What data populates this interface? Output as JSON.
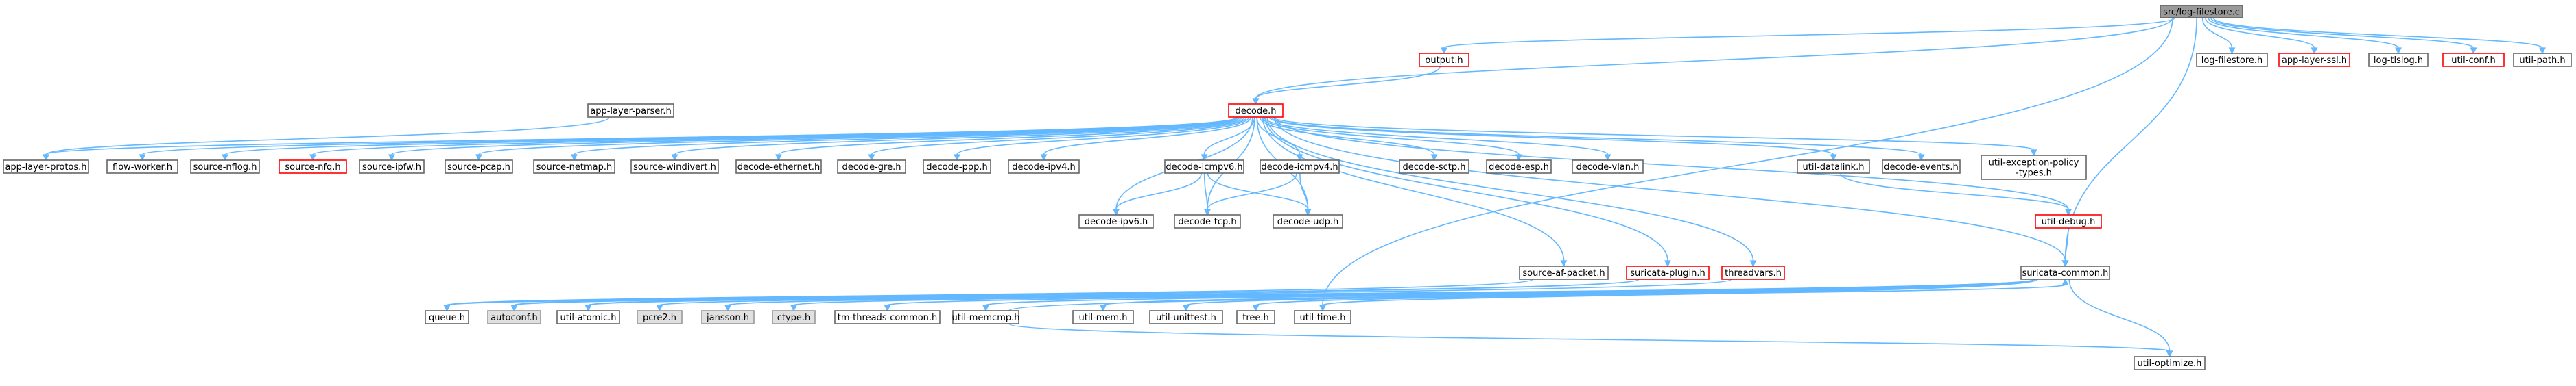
{
  "colors": {
    "edge": "#63B8FF",
    "border_default": "#666666",
    "border_highlight": "#FF0000",
    "fill_default": "#FFFFFF",
    "fill_root": "#999999",
    "fill_system": "#E0E0E0"
  },
  "nodes": [
    {
      "id": "root",
      "label": "src/log-filestore.c",
      "style": "root"
    },
    {
      "id": "output",
      "label": "output.h",
      "style": "highlight"
    },
    {
      "id": "logfilestore",
      "label": "log-filestore.h",
      "style": "default"
    },
    {
      "id": "applayerssl",
      "label": "app-layer-ssl.h",
      "style": "highlight"
    },
    {
      "id": "logtlslog",
      "label": "log-tlslog.h",
      "style": "default"
    },
    {
      "id": "utilconf",
      "label": "util-conf.h",
      "style": "highlight"
    },
    {
      "id": "utilpath",
      "label": "util-path.h",
      "style": "default"
    },
    {
      "id": "applayerparser",
      "label": "app-layer-parser.h",
      "style": "default"
    },
    {
      "id": "decode",
      "label": "decode.h",
      "style": "highlight"
    },
    {
      "id": "applayerprotos",
      "label": "app-layer-protos.h",
      "style": "default"
    },
    {
      "id": "flowworker",
      "label": "flow-worker.h",
      "style": "default"
    },
    {
      "id": "sourcenflog",
      "label": "source-nflog.h",
      "style": "default"
    },
    {
      "id": "sourcenfq",
      "label": "source-nfq.h",
      "style": "highlight"
    },
    {
      "id": "sourceipfw",
      "label": "source-ipfw.h",
      "style": "default"
    },
    {
      "id": "sourcepcap",
      "label": "source-pcap.h",
      "style": "default"
    },
    {
      "id": "sourcenetmap",
      "label": "source-netmap.h",
      "style": "default"
    },
    {
      "id": "sourcewindivert",
      "label": "source-windivert.h",
      "style": "default"
    },
    {
      "id": "decodeethernet",
      "label": "decode-ethernet.h",
      "style": "default"
    },
    {
      "id": "decodegre",
      "label": "decode-gre.h",
      "style": "default"
    },
    {
      "id": "decodeppp",
      "label": "decode-ppp.h",
      "style": "default"
    },
    {
      "id": "decodeipv4",
      "label": "decode-ipv4.h",
      "style": "default"
    },
    {
      "id": "decodeicmpv6",
      "label": "decode-icmpv6.h",
      "style": "default"
    },
    {
      "id": "decodeicmpv4",
      "label": "decode-icmpv4.h",
      "style": "default"
    },
    {
      "id": "decodesctp",
      "label": "decode-sctp.h",
      "style": "default"
    },
    {
      "id": "decodeesp",
      "label": "decode-esp.h",
      "style": "default"
    },
    {
      "id": "decodevlan",
      "label": "decode-vlan.h",
      "style": "default"
    },
    {
      "id": "utildatalink",
      "label": "util-datalink.h",
      "style": "default"
    },
    {
      "id": "decodeevents",
      "label": "decode-events.h",
      "style": "default"
    },
    {
      "id": "utilexceptionpolicy",
      "label": [
        "util-exception-policy",
        "-types.h"
      ],
      "style": "default"
    },
    {
      "id": "decodeipv6",
      "label": "decode-ipv6.h",
      "style": "default"
    },
    {
      "id": "decodetcp",
      "label": "decode-tcp.h",
      "style": "default"
    },
    {
      "id": "decodeudp",
      "label": "decode-udp.h",
      "style": "default"
    },
    {
      "id": "utildebug",
      "label": "util-debug.h",
      "style": "highlight"
    },
    {
      "id": "sourceafpacket",
      "label": "source-af-packet.h",
      "style": "default"
    },
    {
      "id": "suricataplugin",
      "label": "suricata-plugin.h",
      "style": "highlight"
    },
    {
      "id": "threadvars",
      "label": "threadvars.h",
      "style": "highlight"
    },
    {
      "id": "suricatacommon",
      "label": "suricata-common.h",
      "style": "default"
    },
    {
      "id": "queue",
      "label": "queue.h",
      "style": "default"
    },
    {
      "id": "autoconf",
      "label": "autoconf.h",
      "style": "system"
    },
    {
      "id": "utilatomic",
      "label": "util-atomic.h",
      "style": "default"
    },
    {
      "id": "pcre2",
      "label": "pcre2.h",
      "style": "system"
    },
    {
      "id": "jansson",
      "label": "jansson.h",
      "style": "system"
    },
    {
      "id": "ctype",
      "label": "ctype.h",
      "style": "system"
    },
    {
      "id": "tmthreadscommon",
      "label": "tm-threads-common.h",
      "style": "default"
    },
    {
      "id": "utilmemcmp",
      "label": "util-memcmp.h",
      "style": "default"
    },
    {
      "id": "utilmem",
      "label": "util-mem.h",
      "style": "default"
    },
    {
      "id": "utilunittest",
      "label": "util-unittest.h",
      "style": "default"
    },
    {
      "id": "tree",
      "label": "tree.h",
      "style": "default"
    },
    {
      "id": "utiltime",
      "label": "util-time.h",
      "style": "default"
    },
    {
      "id": "utiloptimize",
      "label": "util-optimize.h",
      "style": "default"
    }
  ],
  "edges": [
    [
      "root",
      "output"
    ],
    [
      "root",
      "logfilestore"
    ],
    [
      "root",
      "applayerssl"
    ],
    [
      "root",
      "logtlslog"
    ],
    [
      "root",
      "utilconf"
    ],
    [
      "root",
      "utilpath"
    ],
    [
      "root",
      "decode"
    ],
    [
      "root",
      "suricatacommon"
    ],
    [
      "root",
      "utiltime"
    ],
    [
      "output",
      "decode"
    ],
    [
      "applayerparser",
      "applayerprotos"
    ],
    [
      "decode",
      "applayerprotos"
    ],
    [
      "decode",
      "flowworker"
    ],
    [
      "decode",
      "sourcenflog"
    ],
    [
      "decode",
      "sourcenfq"
    ],
    [
      "decode",
      "sourceipfw"
    ],
    [
      "decode",
      "sourcepcap"
    ],
    [
      "decode",
      "sourcenetmap"
    ],
    [
      "decode",
      "sourcewindivert"
    ],
    [
      "decode",
      "decodeethernet"
    ],
    [
      "decode",
      "decodegre"
    ],
    [
      "decode",
      "decodeppp"
    ],
    [
      "decode",
      "decodeipv4"
    ],
    [
      "decode",
      "decodeicmpv6"
    ],
    [
      "decode",
      "decodeicmpv4"
    ],
    [
      "decode",
      "decodesctp"
    ],
    [
      "decode",
      "decodeesp"
    ],
    [
      "decode",
      "decodevlan"
    ],
    [
      "decode",
      "utildatalink"
    ],
    [
      "decode",
      "decodeevents"
    ],
    [
      "decode",
      "utilexceptionpolicy"
    ],
    [
      "decode",
      "decodeipv6"
    ],
    [
      "decode",
      "decodetcp"
    ],
    [
      "decode",
      "decodeudp"
    ],
    [
      "decode",
      "utildebug"
    ],
    [
      "decode",
      "sourceafpacket"
    ],
    [
      "decode",
      "suricataplugin"
    ],
    [
      "decode",
      "threadvars"
    ],
    [
      "decode",
      "suricatacommon"
    ],
    [
      "decodeicmpv6",
      "decodeipv6"
    ],
    [
      "decodeicmpv6",
      "decodetcp"
    ],
    [
      "decodeicmpv6",
      "decodeudp"
    ],
    [
      "decodeicmpv4",
      "decodetcp"
    ],
    [
      "decodeicmpv4",
      "decodeudp"
    ],
    [
      "utildatalink",
      "utildebug"
    ],
    [
      "utildebug",
      "suricatacommon"
    ],
    [
      "sourceafpacket",
      "queue"
    ],
    [
      "suricataplugin",
      "queue"
    ],
    [
      "suricataplugin",
      "autoconf"
    ],
    [
      "threadvars",
      "utilatomic"
    ],
    [
      "suricatacommon",
      "queue"
    ],
    [
      "suricatacommon",
      "autoconf"
    ],
    [
      "suricatacommon",
      "utilatomic"
    ],
    [
      "suricatacommon",
      "pcre2"
    ],
    [
      "suricatacommon",
      "jansson"
    ],
    [
      "suricatacommon",
      "ctype"
    ],
    [
      "suricatacommon",
      "tmthreadscommon"
    ],
    [
      "suricatacommon",
      "utilmemcmp"
    ],
    [
      "suricatacommon",
      "utilmem"
    ],
    [
      "suricatacommon",
      "utilunittest"
    ],
    [
      "suricatacommon",
      "tree"
    ],
    [
      "suricatacommon",
      "utiltime"
    ],
    [
      "suricatacommon",
      "utiloptimize"
    ],
    [
      "utilmemcmp",
      "suricatacommon"
    ],
    [
      "utilmemcmp",
      "utiloptimize"
    ]
  ]
}
